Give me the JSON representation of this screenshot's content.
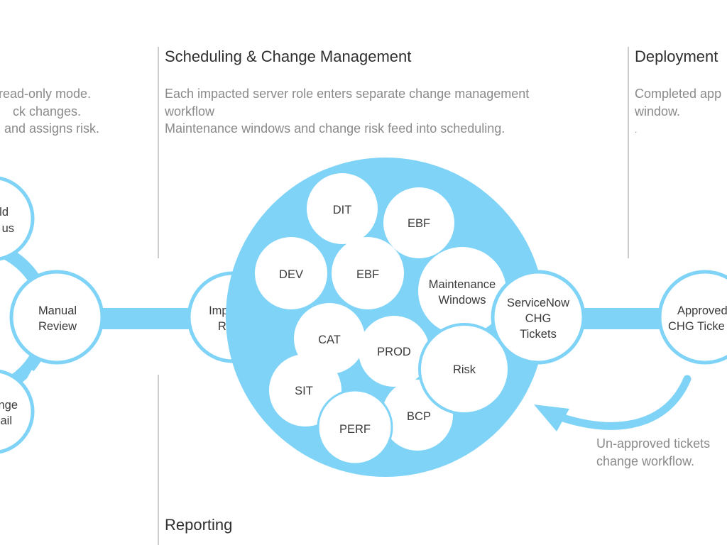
{
  "left_section": {
    "description_lines": [
      "read-only mode.",
      "ck changes.",
      "and assigns risk."
    ]
  },
  "scheduling_section": {
    "title": "Scheduling & Change Management",
    "description_lines": [
      "Each impacted server role enters separate change management",
      "workflow",
      "Maintenance windows and change risk feed into scheduling."
    ]
  },
  "deployment_section": {
    "title": "Deployment",
    "description_lines": [
      "Completed app",
      "window.",
      "."
    ]
  },
  "reporting_section": {
    "title": "Reporting"
  },
  "left_nodes": {
    "top": [
      "ld",
      "us"
    ],
    "manual_review": [
      "Manual",
      "Review"
    ],
    "bottom": [
      "nge",
      "ail"
    ]
  },
  "impacted_roles": [
    "Impacted",
    "Roles"
  ],
  "environment_nodes": {
    "dit": "DIT",
    "ebf_top": "EBF",
    "dev": "DEV",
    "ebf_mid": "EBF",
    "cat": "CAT",
    "prod": "PROD",
    "sit": "SIT",
    "perf": "PERF",
    "bcp": "BCP",
    "maintenance_windows": [
      "Maintenance",
      "Windows"
    ],
    "risk": "Risk"
  },
  "servicenow_node": [
    "ServiceNow",
    "CHG",
    "Tickets"
  ],
  "approved_node": [
    "Approved",
    "CHG Ticke"
  ],
  "unapproved_note": [
    "Un-approved tickets",
    "change workflow."
  ],
  "colors": {
    "accent_blue": "#7fd3f7",
    "node_fill": "#ffffff",
    "title_text": "#2f2f2f",
    "desc_text": "#8a8a8a",
    "node_text": "#3a3a3a",
    "divider": "#cccccc"
  }
}
